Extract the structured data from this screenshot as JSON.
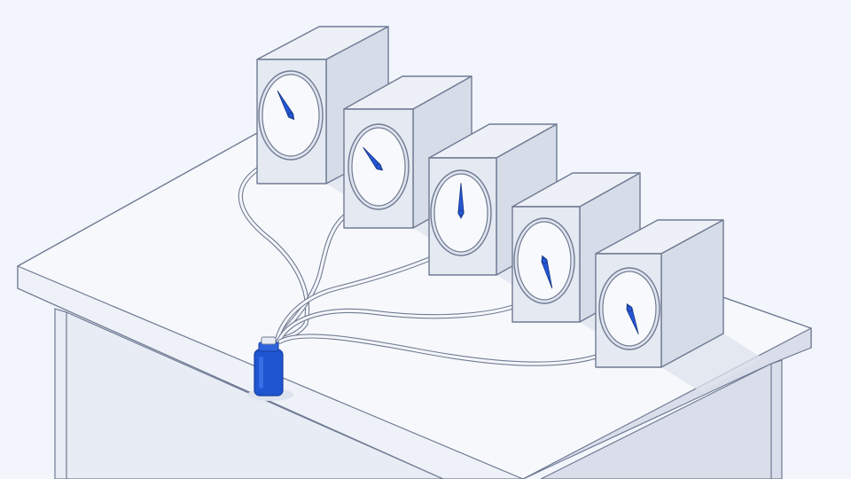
{
  "scene": {
    "subject": "five-gauge-boxes-on-table",
    "gauge_count": 5,
    "tube_count": 5,
    "bottle_count": 1
  },
  "colors": {
    "background": "#f2f5fb",
    "outline": "#6f7b93",
    "box_front": "#e5e9f1",
    "box_side": "#d6dce8",
    "box_top": "#edf0f6",
    "dial_face": "#f8f9fc",
    "needle": "#2456d6",
    "bottle": "#1f55d0",
    "table_top": "#f6f8fc",
    "table_front": "#e8ecf4",
    "table_side": "#d9deea",
    "shadow": "#dde3ee"
  },
  "icons": [
    "gauge-icon",
    "pressure-dial-icon",
    "bottle-icon",
    "tube-icon"
  ]
}
